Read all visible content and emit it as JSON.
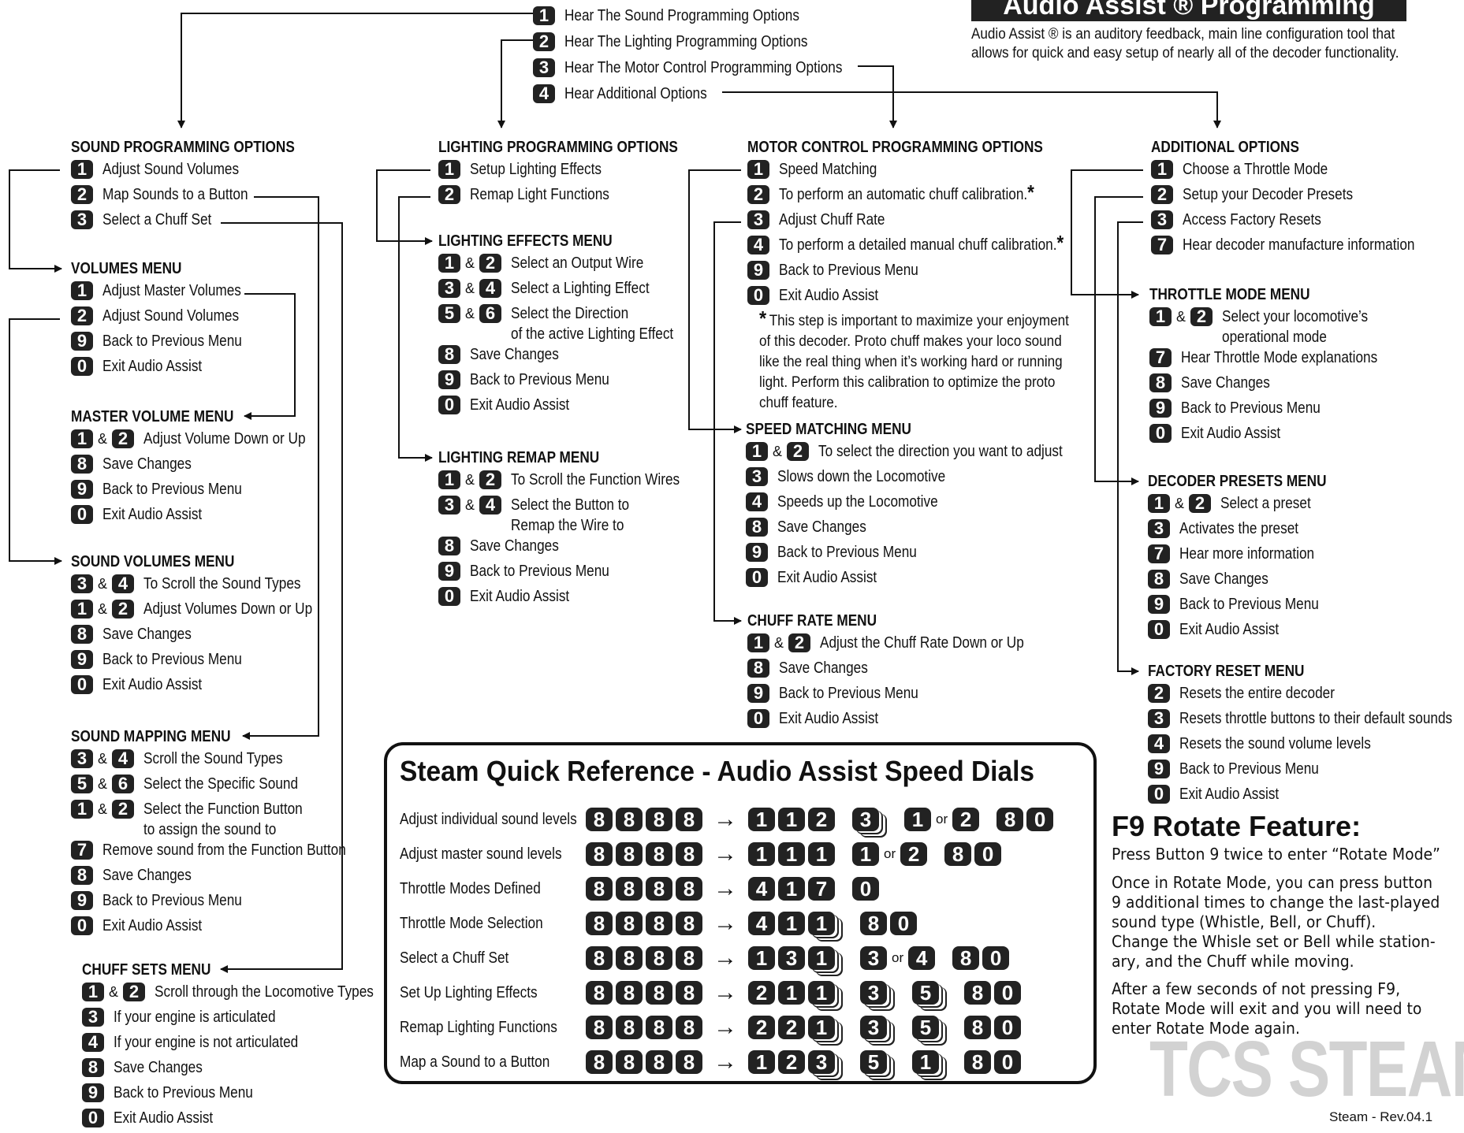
{
  "header": {
    "title": "Audio Assist ® Programming",
    "intro_line1": "Audio Assist ® is an auditory feedback, main line configuration tool that",
    "intro_line2": "allows for quick and easy setup of nearly all of the decoder functionality."
  },
  "top_menu": [
    {
      "key": "1",
      "label": "Hear The Sound Programming Options"
    },
    {
      "key": "2",
      "label": "Hear The Lighting Programming Options"
    },
    {
      "key": "3",
      "label": "Hear The Motor Control Programming Options"
    },
    {
      "key": "4",
      "label": "Hear Additional Options"
    }
  ],
  "sound": {
    "title": "SOUND PROGRAMMING OPTIONS",
    "items": [
      {
        "k": [
          "1"
        ],
        "t": "Adjust Sound Volumes"
      },
      {
        "k": [
          "2"
        ],
        "t": "Map Sounds to a Button"
      },
      {
        "k": [
          "3"
        ],
        "t": "Select a Chuff Set"
      }
    ]
  },
  "volumes": {
    "title": "VOLUMES MENU",
    "items": [
      {
        "k": [
          "1"
        ],
        "t": "Adjust Master Volumes"
      },
      {
        "k": [
          "2"
        ],
        "t": "Adjust Sound Volumes"
      },
      {
        "k": [
          "9"
        ],
        "t": "Back to Previous Menu"
      },
      {
        "k": [
          "0"
        ],
        "t": "Exit Audio Assist"
      }
    ]
  },
  "master_volume": {
    "title": "MASTER VOLUME MENU",
    "items": [
      {
        "k": [
          "1",
          "2"
        ],
        "t": "Adjust Volume Down or Up"
      },
      {
        "k": [
          "8"
        ],
        "t": "Save Changes"
      },
      {
        "k": [
          "9"
        ],
        "t": "Back to Previous Menu"
      },
      {
        "k": [
          "0"
        ],
        "t": "Exit Audio Assist"
      }
    ]
  },
  "sound_volumes": {
    "title": "SOUND VOLUMES MENU",
    "items": [
      {
        "k": [
          "3",
          "4"
        ],
        "t": "To Scroll the Sound Types"
      },
      {
        "k": [
          "1",
          "2"
        ],
        "t": "Adjust Volumes Down or Up"
      },
      {
        "k": [
          "8"
        ],
        "t": "Save Changes"
      },
      {
        "k": [
          "9"
        ],
        "t": "Back to Previous Menu"
      },
      {
        "k": [
          "0"
        ],
        "t": "Exit Audio Assist"
      }
    ]
  },
  "sound_mapping": {
    "title": "SOUND MAPPING MENU",
    "items": [
      {
        "k": [
          "3",
          "4"
        ],
        "t": "Scroll the Sound Types"
      },
      {
        "k": [
          "5",
          "6"
        ],
        "t": "Select the Specific Sound"
      },
      {
        "k": [
          "1",
          "2"
        ],
        "t": "Select the Function Button",
        "t2": "to assign the sound to"
      },
      {
        "k": [
          "7"
        ],
        "t": "Remove sound from the Function Button"
      },
      {
        "k": [
          "8"
        ],
        "t": "Save Changes"
      },
      {
        "k": [
          "9"
        ],
        "t": "Back to Previous Menu"
      },
      {
        "k": [
          "0"
        ],
        "t": "Exit Audio Assist"
      }
    ]
  },
  "chuff_sets": {
    "title": "CHUFF SETS MENU",
    "items": [
      {
        "k": [
          "1",
          "2"
        ],
        "t": "Scroll through the Locomotive Types"
      },
      {
        "k": [
          "3"
        ],
        "t": "If your engine is articulated"
      },
      {
        "k": [
          "4"
        ],
        "t": "If your engine is not articulated"
      },
      {
        "k": [
          "8"
        ],
        "t": "Save Changes"
      },
      {
        "k": [
          "9"
        ],
        "t": "Back to Previous Menu"
      },
      {
        "k": [
          "0"
        ],
        "t": "Exit Audio Assist"
      }
    ]
  },
  "lighting": {
    "title": "LIGHTING PROGRAMMING OPTIONS",
    "items": [
      {
        "k": [
          "1"
        ],
        "t": "Setup Lighting Effects"
      },
      {
        "k": [
          "2"
        ],
        "t": "Remap Light Functions"
      }
    ]
  },
  "lighting_effects": {
    "title": "LIGHTING EFFECTS MENU",
    "items": [
      {
        "k": [
          "1",
          "2"
        ],
        "t": "Select an Output Wire"
      },
      {
        "k": [
          "3",
          "4"
        ],
        "t": "Select a Lighting Effect"
      },
      {
        "k": [
          "5",
          "6"
        ],
        "t": "Select the Direction",
        "t2": "of the active Lighting Effect"
      },
      {
        "k": [
          "8"
        ],
        "t": "Save Changes"
      },
      {
        "k": [
          "9"
        ],
        "t": "Back to Previous Menu"
      },
      {
        "k": [
          "0"
        ],
        "t": "Exit Audio Assist"
      }
    ]
  },
  "lighting_remap": {
    "title": "LIGHTING REMAP MENU",
    "items": [
      {
        "k": [
          "1",
          "2"
        ],
        "t": "To Scroll the Function Wires"
      },
      {
        "k": [
          "3",
          "4"
        ],
        "t": "Select the Button to",
        "t2": "Remap the Wire to"
      },
      {
        "k": [
          "8"
        ],
        "t": "Save Changes"
      },
      {
        "k": [
          "9"
        ],
        "t": "Back to Previous Menu"
      },
      {
        "k": [
          "0"
        ],
        "t": "Exit Audio Assist"
      }
    ]
  },
  "motor": {
    "title": "MOTOR CONTROL PROGRAMMING OPTIONS",
    "items": [
      {
        "k": [
          "1"
        ],
        "t": "Speed Matching"
      },
      {
        "k": [
          "2"
        ],
        "t": "To perform an automatic chuff calibration.",
        "star": "*"
      },
      {
        "k": [
          "3"
        ],
        "t": "Adjust Chuff Rate"
      },
      {
        "k": [
          "4"
        ],
        "t": "To perform a detailed manual chuff calibration.",
        "star": "*"
      },
      {
        "k": [
          "9"
        ],
        "t": "Back to Previous Menu"
      },
      {
        "k": [
          "0"
        ],
        "t": "Exit Audio Assist"
      }
    ],
    "note_star": "*",
    "note": "This step is important to maximize your enjoyment of this decoder. Proto chuff makes your loco sound like the real thing when it’s working hard or running light. Perform this calibration to optimize the proto chuff feature."
  },
  "speed_matching": {
    "title": "SPEED MATCHING MENU",
    "items": [
      {
        "k": [
          "1",
          "2"
        ],
        "t": "To select the direction you want to adjust"
      },
      {
        "k": [
          "3"
        ],
        "t": "Slows down the Locomotive"
      },
      {
        "k": [
          "4"
        ],
        "t": "Speeds up the Locomotive"
      },
      {
        "k": [
          "8"
        ],
        "t": "Save Changes"
      },
      {
        "k": [
          "9"
        ],
        "t": "Back to Previous Menu"
      },
      {
        "k": [
          "0"
        ],
        "t": "Exit Audio Assist"
      }
    ]
  },
  "chuff_rate": {
    "title": "CHUFF RATE MENU",
    "items": [
      {
        "k": [
          "1",
          "2"
        ],
        "t": "Adjust the Chuff Rate Down or Up"
      },
      {
        "k": [
          "8"
        ],
        "t": "Save Changes"
      },
      {
        "k": [
          "9"
        ],
        "t": "Back to Previous Menu"
      },
      {
        "k": [
          "0"
        ],
        "t": "Exit Audio Assist"
      }
    ]
  },
  "additional": {
    "title": "ADDITIONAL OPTIONS",
    "items": [
      {
        "k": [
          "1"
        ],
        "t": "Choose a Throttle Mode"
      },
      {
        "k": [
          "2"
        ],
        "t": "Setup your Decoder Presets"
      },
      {
        "k": [
          "3"
        ],
        "t": "Access Factory Resets"
      },
      {
        "k": [
          "7"
        ],
        "t": "Hear decoder manufacture information"
      }
    ]
  },
  "throttle_mode": {
    "title": "THROTTLE MODE MENU",
    "items": [
      {
        "k": [
          "1",
          "2"
        ],
        "t": "Select your locomotive’s",
        "t2": "operational mode"
      },
      {
        "k": [
          "7"
        ],
        "t": "Hear Throttle Mode explanations"
      },
      {
        "k": [
          "8"
        ],
        "t": "Save Changes"
      },
      {
        "k": [
          "9"
        ],
        "t": "Back to Previous Menu"
      },
      {
        "k": [
          "0"
        ],
        "t": "Exit Audio Assist"
      }
    ]
  },
  "decoder_presets": {
    "title": "DECODER PRESETS MENU",
    "items": [
      {
        "k": [
          "1",
          "2"
        ],
        "t": "Select a preset"
      },
      {
        "k": [
          "3"
        ],
        "t": "Activates the preset"
      },
      {
        "k": [
          "7"
        ],
        "t": "Hear more information"
      },
      {
        "k": [
          "8"
        ],
        "t": "Save Changes"
      },
      {
        "k": [
          "9"
        ],
        "t": "Back to Previous Menu"
      },
      {
        "k": [
          "0"
        ],
        "t": "Exit Audio Assist"
      }
    ]
  },
  "factory_reset": {
    "title": "FACTORY RESET MENU",
    "items": [
      {
        "k": [
          "2"
        ],
        "t": "Resets the entire decoder"
      },
      {
        "k": [
          "3"
        ],
        "t": "Resets throttle buttons to their default sounds"
      },
      {
        "k": [
          "4"
        ],
        "t": "Resets the sound volume levels"
      },
      {
        "k": [
          "9"
        ],
        "t": "Back to Previous Menu"
      },
      {
        "k": [
          "0"
        ],
        "t": "Exit Audio Assist"
      }
    ]
  },
  "amp": "&",
  "quick_ref": {
    "title": "Steam Quick Reference - Audio Assist Speed Dials",
    "arrow": "→",
    "or": "or",
    "rows": [
      {
        "label": "Adjust individual sound levels",
        "groups": [
          [
            "1",
            "1",
            "2"
          ],
          [
            "3s"
          ],
          [
            "1",
            "or",
            "2"
          ],
          [
            "8",
            "0"
          ]
        ]
      },
      {
        "label": "Adjust master sound levels",
        "groups": [
          [
            "1",
            "1",
            "1"
          ],
          [
            "1",
            "or",
            "2"
          ],
          [
            "8",
            "0"
          ]
        ]
      },
      {
        "label": "Throttle Modes Defined",
        "groups": [
          [
            "4",
            "1",
            "7"
          ],
          [
            "0"
          ]
        ]
      },
      {
        "label": "Throttle Mode Selection",
        "groups": [
          [
            "4",
            "1",
            "1s"
          ],
          [
            "8",
            "0"
          ]
        ]
      },
      {
        "label": "Select a Chuff Set",
        "groups": [
          [
            "1",
            "3",
            "1s"
          ],
          [
            "3",
            "or",
            "4"
          ],
          [
            "8",
            "0"
          ]
        ]
      },
      {
        "label": "Set Up Lighting Effects",
        "groups": [
          [
            "2",
            "1",
            "1s"
          ],
          [
            "3s"
          ],
          [
            "5s"
          ],
          [
            "8",
            "0"
          ]
        ]
      },
      {
        "label": "Remap Lighting Functions",
        "groups": [
          [
            "2",
            "2",
            "1s"
          ],
          [
            "3s"
          ],
          [
            "5s"
          ],
          [
            "8",
            "0"
          ]
        ]
      },
      {
        "label": "Map a Sound to a Button",
        "groups": [
          [
            "1",
            "2",
            "3s"
          ],
          [
            "5s"
          ],
          [
            "1s"
          ],
          [
            "8",
            "0"
          ]
        ]
      }
    ],
    "prefix": [
      "8",
      "8",
      "8",
      "8"
    ]
  },
  "f9": {
    "title": "F9 Rotate Feature:",
    "p1": "Press Button 9 twice to enter “Rotate Mode”",
    "p2": "Once in Rotate Mode, you can press button 9 additional times to change the last-played sound type (Whistle, Bell, or Chuff).",
    "p3": "Change the Whisle set or Bell while station-ary, and the Chuff while moving.",
    "p4": "After a few seconds of not pressing F9, Rotate Mode will exit and you will need to enter Rotate Mode again."
  },
  "watermark": "TCS STEAM",
  "revision": "Steam - Rev.04.1"
}
